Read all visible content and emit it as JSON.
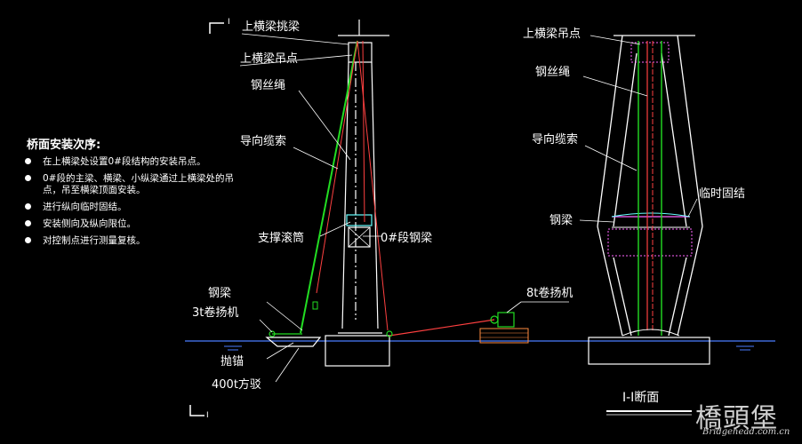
{
  "labels": {
    "upper_beam_cantilever": "上横梁挑梁",
    "upper_beam_lift_point_left": "上横梁吊点",
    "wire_rope_left": "钢丝绳",
    "guide_cable_left": "导向缆索",
    "support_roller": "支撑滚筒",
    "segment_0_girder": "0#段钢梁",
    "steel_beam_left": "钢梁",
    "winch_3t_left": "3t卷扬机",
    "anchor": "抛锚",
    "barge_400t": "400t方驳",
    "winch_8t": "8t卷扬机",
    "upper_beam_lift_point_right": "上横梁吊点",
    "wire_rope_right": "钢丝绳",
    "guide_cable_right": "导向缆索",
    "temp_connection": "临时固结",
    "steel_beam_right": "钢梁",
    "section_title": "I-I断面",
    "section_mark_top": "I",
    "section_mark_bottom": "I"
  },
  "sequence": {
    "title": "桥面安装次序:",
    "items": [
      "在上横梁处设置0#段结构的安装吊点。",
      "0#段的主梁、横梁、小纵梁通过上横梁处的吊点，吊至横梁顶面安装。",
      "进行纵向临时固结。",
      "安装侧向及纵向限位。",
      "对控制点进行测量复核。"
    ]
  },
  "watermark": {
    "cn": "橋頭堡",
    "en": "Bridgehead.com.cn"
  },
  "colors": {
    "background": "#000000",
    "tower": "#ffffff",
    "wire_green": "#22dd22",
    "cable_red": "#ff4040",
    "water": "#4a7cff",
    "crossbeam": "#ff66ff",
    "accent_cyan": "#66ffff"
  }
}
